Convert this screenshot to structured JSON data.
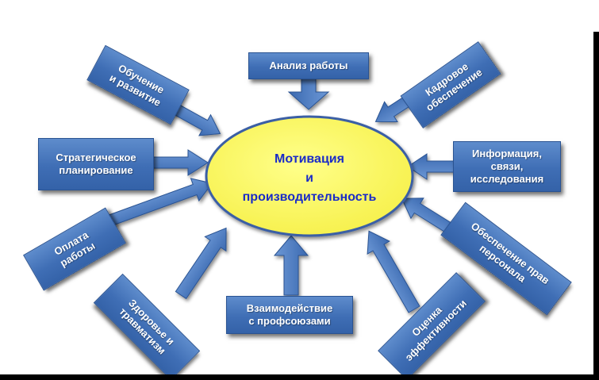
{
  "center": {
    "label": "Мотивация\nи\nпроизводительность"
  },
  "nodes": {
    "training": "Обучение\nи развитие",
    "job_analysis": "Анализ работы",
    "staffing": "Кадровое\nобеспечение",
    "strategic_planning": "Стратегическое\nпланирование",
    "info_research": "Информация,\nсвязи,\nисследования",
    "compensation": "Оплата\nработы",
    "rights": "Обеспечение прав\nперсонала",
    "health": "Здоровье и\nтравматизм",
    "unions": "Взаимодействие\nс профсоюзами",
    "evaluation": "Оценка\nэффективности"
  },
  "colors": {
    "ellipse_fill": "#ffff66",
    "arrow_fill": "#4a7cc4",
    "center_text": "#1a2bc8"
  }
}
